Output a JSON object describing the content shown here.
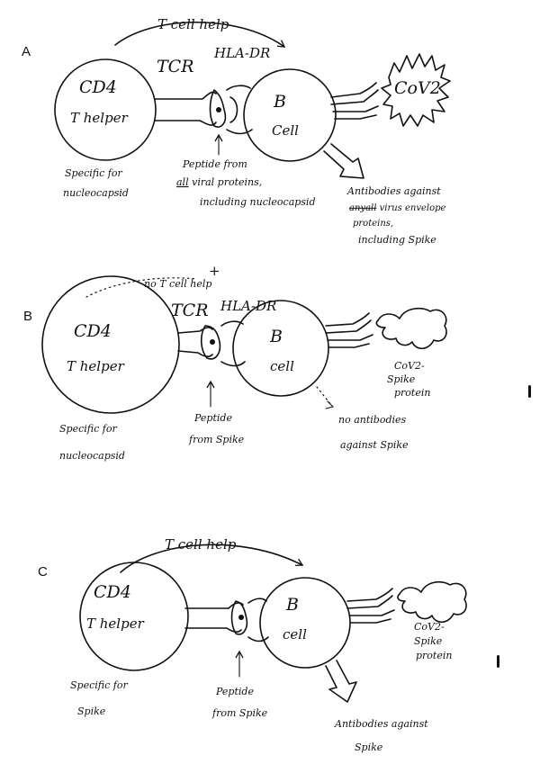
{
  "panels": [
    {
      "letter": "A",
      "t_helper": {
        "line1": "CD4",
        "line2": "T helper",
        "specificity_1": "Specific for",
        "specificity_2": "nucleocapsid"
      },
      "tcr": "TCR",
      "hla": "HLA-DR",
      "b_cell": {
        "line1": "B",
        "line2": "Cell"
      },
      "help": "T cell help",
      "pathogen": "CoV2",
      "peptide": {
        "line1": "Peptide from",
        "line2_word": "all",
        "line2_rest": " viral proteins,",
        "line3": "including nucleocapsid"
      },
      "antibodies": {
        "line1": "Antibodies against",
        "struck_1": "any",
        "struck_2": "all",
        "line2_rest": " virus envelope",
        "line3": "proteins,",
        "line4": "including Spike"
      }
    },
    {
      "letter": "B",
      "t_helper": {
        "line1": "CD4",
        "line2": "T helper",
        "specificity_1": "Specific for",
        "specificity_2": "nucleocapsid"
      },
      "tcr": "TCR",
      "hla": "HLA-DR",
      "b_cell": {
        "line1": "B",
        "line2": "cell"
      },
      "help": "no T cell help",
      "help_mark": "+",
      "spike": {
        "line1": "CoV2-",
        "line2": "Spike",
        "line3": "protein"
      },
      "peptide": {
        "line1": "Peptide",
        "line2": "from Spike"
      },
      "antibodies": {
        "line1": "no antibodies",
        "line2": "against Spike"
      }
    },
    {
      "letter": "C",
      "t_helper": {
        "line1": "CD4",
        "line2": "T helper",
        "specificity_1": "Specific for",
        "specificity_2": "Spike"
      },
      "b_cell": {
        "line1": "B",
        "line2": "cell"
      },
      "help": "T cell help",
      "spike": {
        "line1": "CoV2-",
        "line2": "Spike",
        "line3": "protein"
      },
      "peptide": {
        "line1": "Peptide",
        "line2": "from Spike"
      },
      "antibodies": {
        "line1": "Antibodies against",
        "line2": "Spike"
      }
    }
  ]
}
